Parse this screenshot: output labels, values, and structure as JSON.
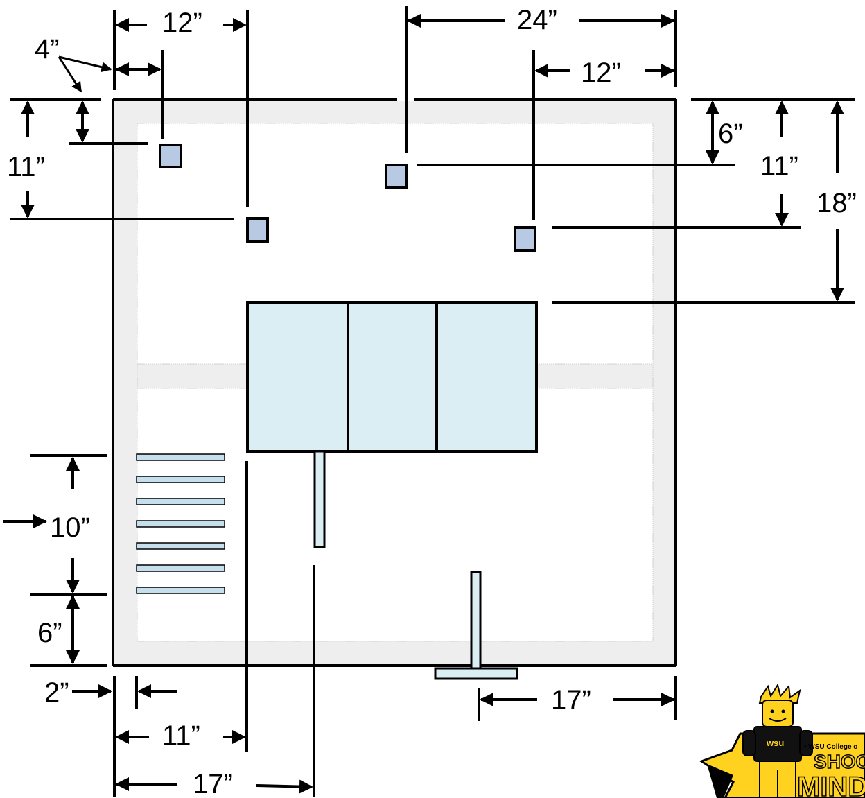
{
  "colors": {
    "line": "#000000",
    "mat_border": "#eeeeee",
    "marker_fill": "#b8c9e3",
    "block_fill": "#daeef3",
    "rung_fill": "#c5e0ec",
    "logo_yellow": "#ffd21f",
    "logo_black": "#000000"
  },
  "dimensions": {
    "top_12_left": "12”",
    "top_4": "4”",
    "top_24": "24”",
    "top_12_right": "12”",
    "left_11": "11”",
    "right_6": "6”",
    "right_11": "11”",
    "right_18": "18”",
    "left_10": "10”",
    "left_6": "6”",
    "bottom_2": "2”",
    "bottom_11": "11”",
    "bottom_17_left": "17”",
    "bottom_17_right": "17”"
  },
  "logo": {
    "line1": "• WSU College o",
    "line2": "SHOC",
    "line3": "MINDST",
    "shirt": "wsu"
  }
}
